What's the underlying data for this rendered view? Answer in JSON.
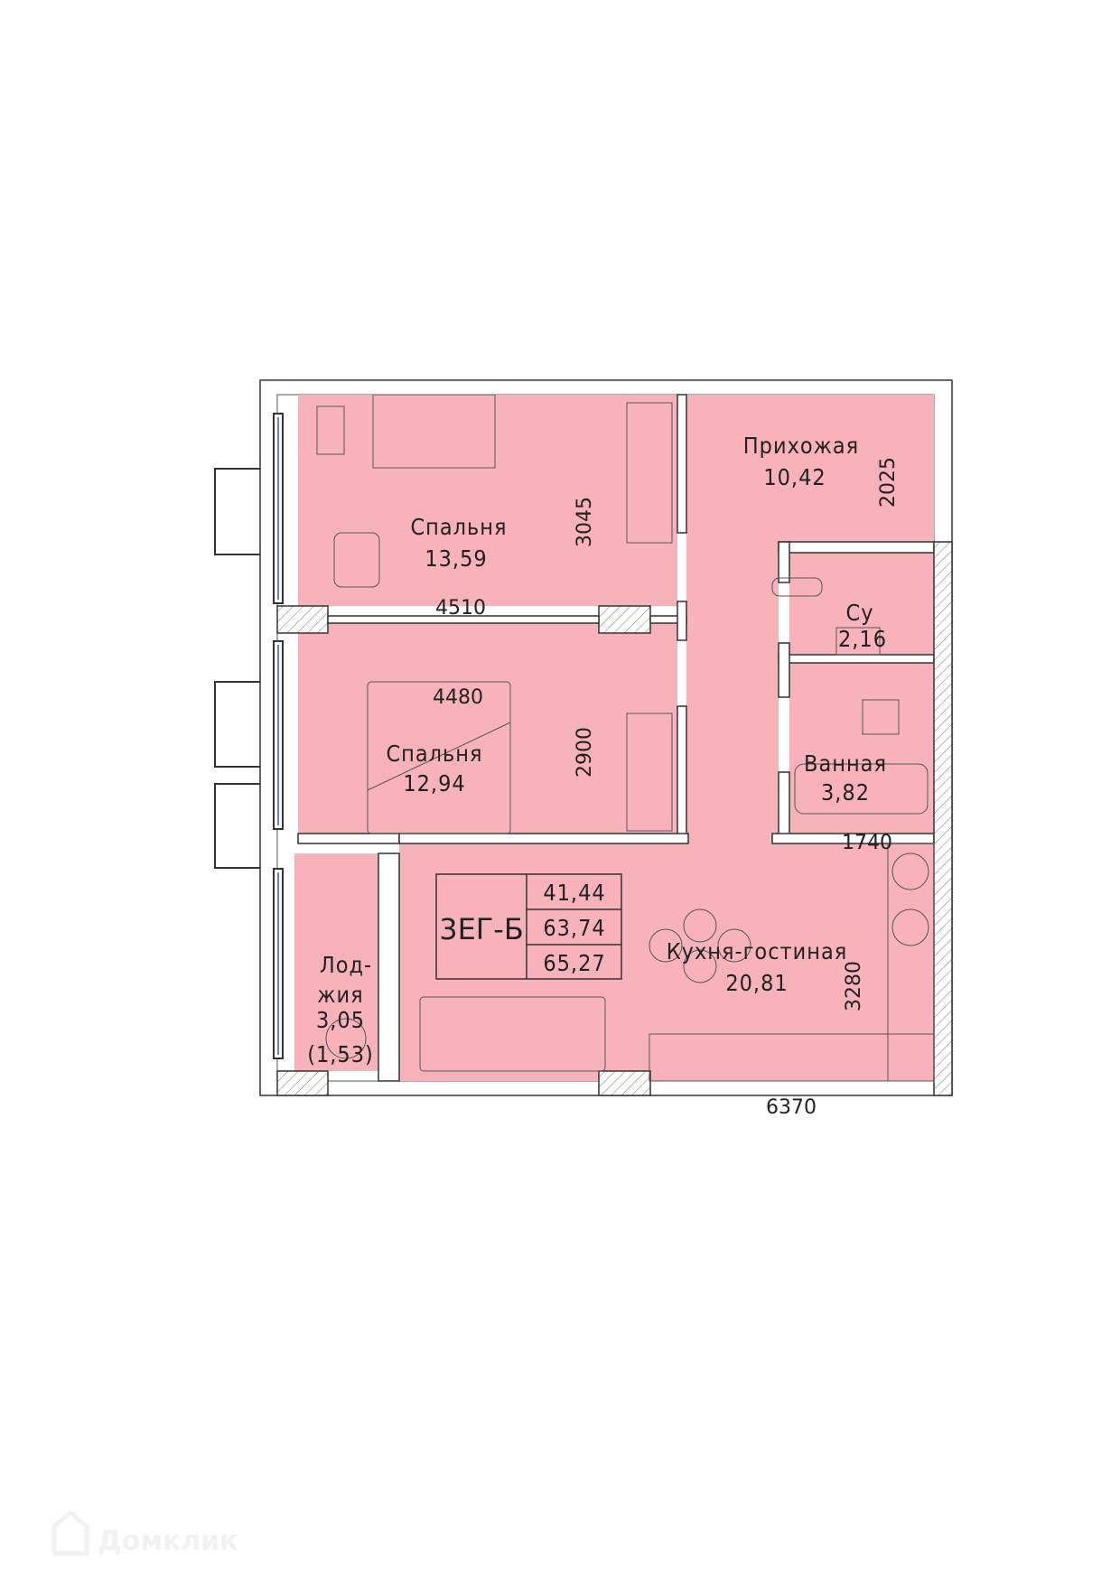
{
  "colors": {
    "room_fill": "#f7b3b9",
    "wall": "#333333",
    "window": "#6a7fd8"
  },
  "rooms": [
    {
      "name": "Прихожая",
      "area": "10,42"
    },
    {
      "name": "Спальня",
      "area": "13,59"
    },
    {
      "name": "Спальня",
      "area": "12,94"
    },
    {
      "name": "Су",
      "area": "2,16"
    },
    {
      "name": "Ванная",
      "area": "3,82"
    },
    {
      "name": "Кухня-гостиная",
      "area": "20,81"
    },
    {
      "name_line1": "Лод-",
      "name_line2": "жия",
      "area": "3,05",
      "reduced_area": "(1,53)"
    }
  ],
  "dimensions": {
    "hall": "2025",
    "bed1_depth": "3045",
    "bed1_width": "4510",
    "bed2_width": "4480",
    "bed2_depth": "2900",
    "bath": "1740",
    "kitchen_depth": "3280",
    "kitchen_width": "6370"
  },
  "summary": {
    "code": "3ЕГ-Б",
    "living_area": "41,44",
    "total_area": "63,74",
    "total_with_loggia": "65,27"
  },
  "watermark": "Домклик"
}
